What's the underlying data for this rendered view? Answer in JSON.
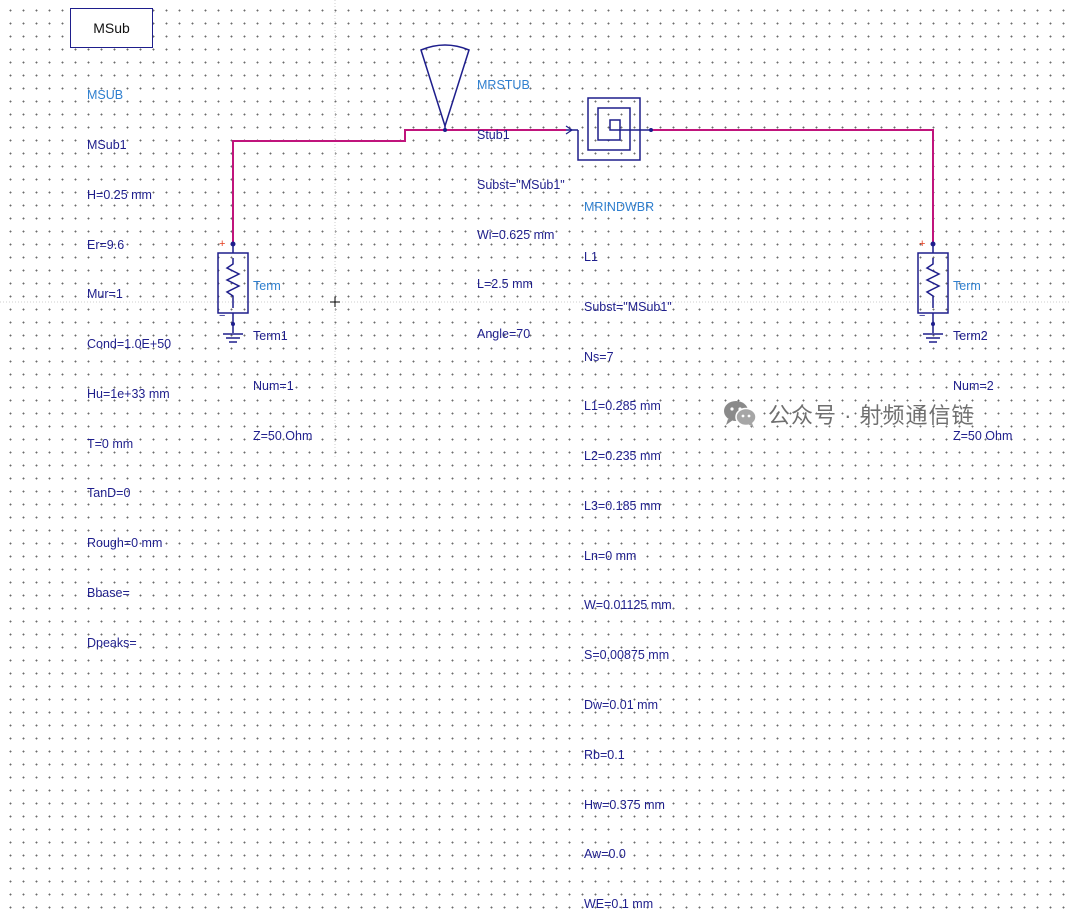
{
  "colors": {
    "wire": "#c0147c",
    "component": "#1e1e8c",
    "label": "#2f7fcf",
    "port": "#e23c1e"
  },
  "msub": {
    "box_label": "MSub",
    "type": "MSUB",
    "params": [
      "MSub1",
      "H=0.25 mm",
      "Er=9.6",
      "Mur=1",
      "Cond=1.0E+50",
      "Hu=1e+33 mm",
      "T=0 mm",
      "TanD=0",
      "Rough=0 mm",
      "Bbase=",
      "Dpeaks="
    ]
  },
  "stub": {
    "type": "MRSTUB",
    "params": [
      "Stub1",
      "Subst=\"MSub1\"",
      "Wi=0.625 mm",
      "L=2.5 mm",
      "Angle=70"
    ]
  },
  "inductor": {
    "type": "MRINDWBR",
    "params": [
      "L1",
      "Subst=\"MSub1\"",
      "Ns=7",
      "L1=0.285 mm",
      "L2=0.235 mm",
      "L3=0.185 mm",
      "Ln=0 mm",
      "W=0.01125 mm",
      "S=0.00875 mm",
      "Dw=0.01 mm",
      "Rb=0.1",
      "Hw=0.375 mm",
      "Aw=0.0",
      "WE=0.1 mm"
    ]
  },
  "term1": {
    "type": "Term",
    "params": [
      "Term1",
      "Num=1",
      "Z=50 Ohm"
    ]
  },
  "term2": {
    "type": "Term",
    "params": [
      "Term2",
      "Num=2",
      "Z=50 Ohm"
    ]
  },
  "port_marks": {
    "plus": "+",
    "minus": "−"
  },
  "watermark": {
    "text": "公众号 · 射频通信链",
    "icon": "wechat-icon"
  }
}
